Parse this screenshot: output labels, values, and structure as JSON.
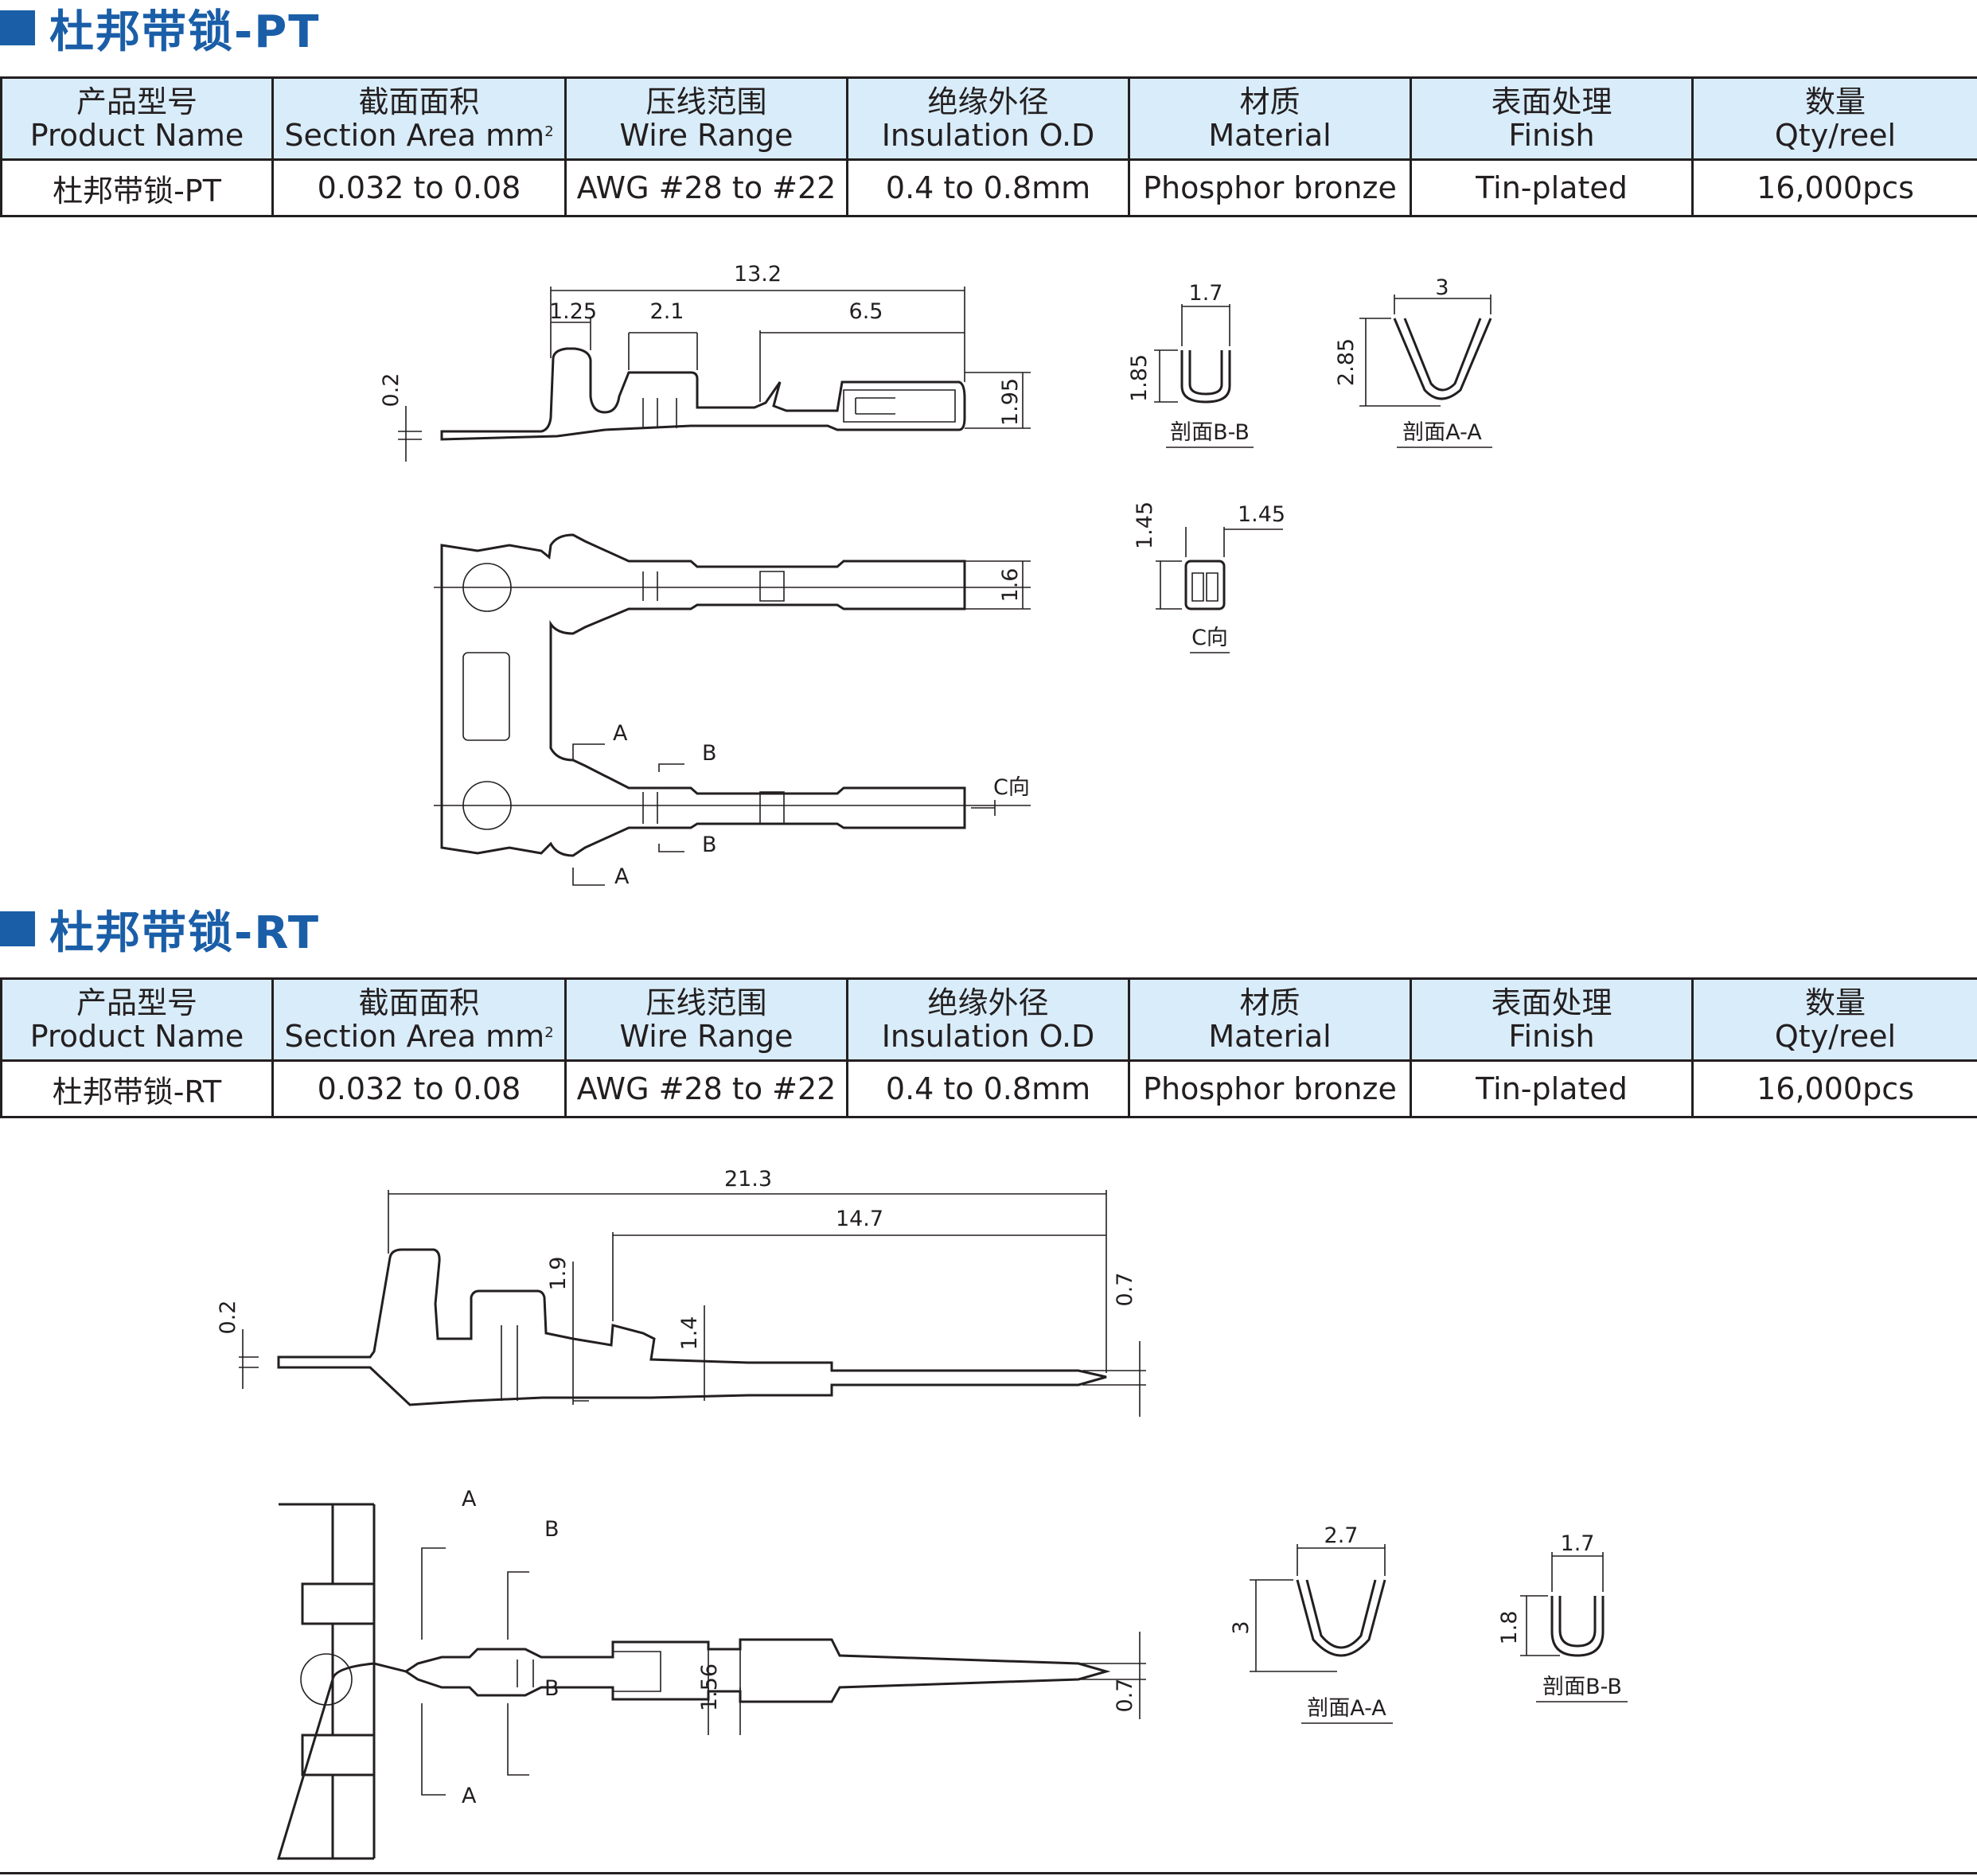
{
  "sections": [
    {
      "title": "杜邦带锁-PT",
      "header": [
        {
          "cn": "产品型号",
          "en": "Product Name"
        },
        {
          "cn": "截面面积",
          "en": "Section Area mm",
          "sup": "2"
        },
        {
          "cn": "压线范围",
          "en": "Wire Range"
        },
        {
          "cn": "绝缘外径",
          "en": "Insulation O.D"
        },
        {
          "cn": "材质",
          "en": "Material"
        },
        {
          "cn": "表面处理",
          "en": "Finish"
        },
        {
          "cn": "数量",
          "en": "Qty/reel"
        }
      ],
      "values": [
        "杜邦带锁-PT",
        "0.032 to 0.08",
        "AWG #28 to #22",
        "0.4 to 0.8mm",
        "Phosphor bronze",
        "Tin-plated",
        "16,000pcs"
      ],
      "dims": {
        "total_len": "13.2",
        "d1": "1.25",
        "d2": "2.1",
        "d3": "6.5",
        "thick": "0.2",
        "height": "1.95",
        "width": "1.6",
        "bb_w": "1.7",
        "bb_h": "1.85",
        "aa_w": "3",
        "aa_h": "2.85",
        "c_h": "1.45",
        "c_w": "1.45"
      },
      "labels": {
        "sec_bb": "剖面B-B",
        "sec_aa": "剖面A-A",
        "view_c": "C向",
        "view_c_arrow": "C向",
        "a": "A",
        "b": "B"
      }
    },
    {
      "title": "杜邦带锁-RT",
      "header": [
        {
          "cn": "产品型号",
          "en": "Product Name"
        },
        {
          "cn": "截面面积",
          "en": "Section Area mm",
          "sup": "2"
        },
        {
          "cn": "压线范围",
          "en": "Wire Range"
        },
        {
          "cn": "绝缘外径",
          "en": "Insulation O.D"
        },
        {
          "cn": "材质",
          "en": "Material"
        },
        {
          "cn": "表面处理",
          "en": "Finish"
        },
        {
          "cn": "数量",
          "en": "Qty/reel"
        }
      ],
      "values": [
        "杜邦带锁-RT",
        "0.032 to 0.08",
        "AWG #28 to #22",
        "0.4 to 0.8mm",
        "Phosphor bronze",
        "Tin-plated",
        "16,000pcs"
      ],
      "dims": {
        "total_len": "21.3",
        "d1": "14.7",
        "thick": "0.2",
        "h1": "1.9",
        "h2": "1.4",
        "tip": "0.7",
        "w1": "1.56",
        "tip_w": "0.7",
        "aa_w": "2.7",
        "aa_h": "3",
        "bb_w": "1.7",
        "bb_h": "1.8"
      },
      "labels": {
        "sec_aa": "剖面A-A",
        "sec_bb": "剖面B-B",
        "a": "A",
        "b": "B"
      }
    }
  ],
  "colors": {
    "accent": "#1a5ea8",
    "header_bg": "#d9ecf9",
    "line": "#231f20"
  }
}
